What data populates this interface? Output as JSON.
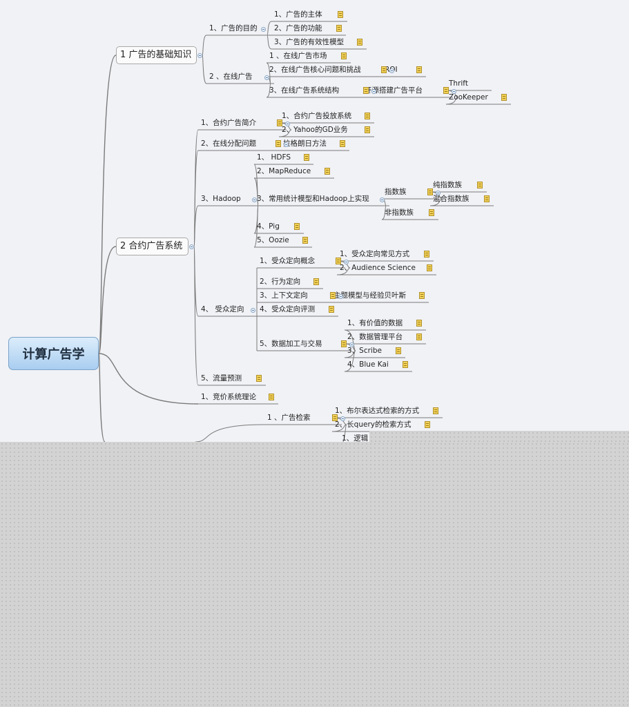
{
  "root": "计算广告学",
  "main_topics": [
    "1 广告的基础知识",
    "2 合约广告系统"
  ],
  "nodes": [
    "1、广告的目的",
    "1、广告的主体",
    "2、广告的功能",
    "3、广告的有效性模型",
    "2 、在线广告",
    "1 、在线广告市场",
    "2、在线广告核心问题和挑战",
    "ROI",
    "3、在线广告系统结构",
    "开源搭建广告平台",
    "Thrift",
    "ZooKeeper",
    "1、合约广告简介",
    "1、合约广告投放系统",
    "2、Yahoo的GD业务",
    "2、在线分配问题",
    "拉格朗日方法",
    "3、Hadoop",
    "1、 HDFS",
    "2、MapReduce",
    "3、常用统计模型和Hadoop上实现",
    "指数族",
    "纯指数族",
    "混合指数族",
    "非指数族",
    "4、Pig",
    "5、Oozie",
    "4、 受众定向",
    "1、受众定向概念",
    "1、受众定向常见方式",
    "2、Audience Science",
    "2、行为定向",
    "3、上下文定向",
    "主题模型与经验贝叶斯",
    "4、受众定向评测",
    "5、数据加工与交易",
    "1、有价值的数据",
    "2、数据管理平台",
    "3、Scribe",
    "4、Blue Kai",
    "5、流量预测",
    "1、竞价系统理论",
    "1 、广告检索",
    "1、布尔表达式检索的方式",
    "2、长query的检索方式",
    "1、逻辑"
  ],
  "colors": {
    "background": "#f1f2f6",
    "root_fill": "#a9cdf0",
    "connector": "#6f6f6f",
    "note": "#f3d35a",
    "collapse_marker": "#8aa6c4",
    "empty_area": "#d3d3d3"
  },
  "icons": [
    "note-icon",
    "collapse-icon"
  ]
}
